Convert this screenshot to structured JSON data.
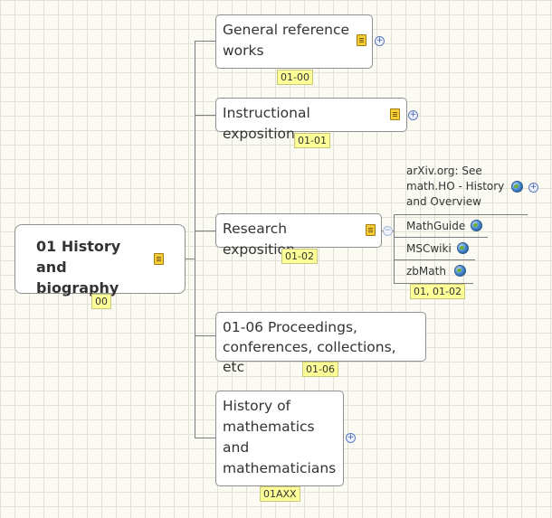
{
  "central": {
    "title": "01 History and biography",
    "code": "00"
  },
  "topics": [
    {
      "title": "General reference works",
      "code": "01-00"
    },
    {
      "title": "Instructional exposition",
      "code": "01-01"
    },
    {
      "title": "Research exposition",
      "code": "01-02"
    },
    {
      "title": "01-06 Proceedings, conferences, collections, etc",
      "code": "01-06"
    },
    {
      "title": "History of mathematics and mathematicians",
      "code": "01AXX"
    }
  ],
  "links": [
    {
      "label": "arXiv.org: See math.HO - History and Overview"
    },
    {
      "label": "MathGuide"
    },
    {
      "label": "MSCwiki"
    },
    {
      "label": "zbMath"
    }
  ],
  "links_code": "01, 01-02",
  "icons": {
    "note": "note-icon",
    "link": "globe-icon",
    "expand": "plus-circle-icon",
    "collapse": "minus-circle-icon"
  },
  "colors": {
    "code_background": "#ffff99",
    "topic_border": "#8f8f8f",
    "connector": "#7d7d7d"
  }
}
